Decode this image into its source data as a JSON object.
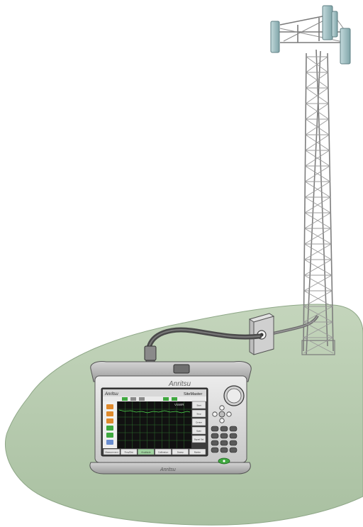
{
  "colors": {
    "ground": "#b5c9ad",
    "ground_edge": "#8ea787",
    "tower": "#8d8d8d",
    "tower_dark": "#5a5a5a",
    "antenna": "#9fbfc2",
    "cable": "#555555",
    "box": "#c9c9c9",
    "device_body": "#d9d9d9",
    "device_bumper": "#b3b3b3",
    "screen_bg": "#1a1a1a",
    "trace": "#4fd94f",
    "accent_green": "#3fa83f",
    "accent_orange": "#e08a2c"
  },
  "device": {
    "brand_logo": "Anritsu",
    "model_logo": "SiteMaster",
    "bottom_logo": "Anritsu",
    "screen_title": "VSWR",
    "left_icons": [
      "measure-icon",
      "trace-icon",
      "marker-icon",
      "sweep-icon",
      "limit-icon",
      "file-icon"
    ],
    "side_softkeys": [
      "Start",
      "Stop",
      "Center",
      "Span",
      "Signal Std"
    ],
    "bottom_softkeys": [
      "Measurement",
      "Freq/Dist",
      "Amplitude",
      "Calibration",
      "Sweep",
      "Marker"
    ],
    "keypad_rows": 4,
    "keypad_cols": 3
  },
  "icons": [
    "cell-tower-antenna-icon",
    "junction-box-icon",
    "rotary-knob-icon",
    "power-button-icon",
    "arrow-pad-icon"
  ]
}
